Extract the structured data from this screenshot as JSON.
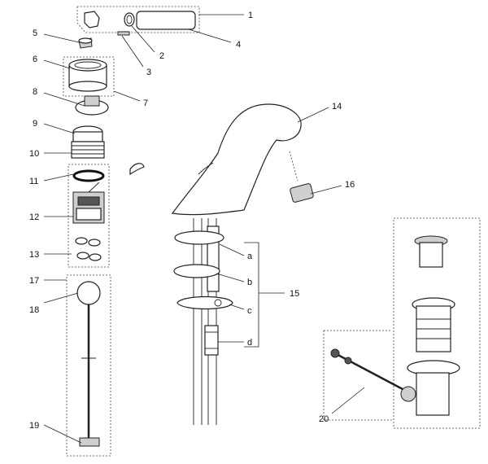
{
  "callouts": {
    "c1": "1",
    "c2": "2",
    "c3": "3",
    "c4": "4",
    "c5": "5",
    "c6": "6",
    "c7": "7",
    "c8": "8",
    "c9": "9",
    "c10": "10",
    "c11": "11",
    "c12": "12",
    "c13": "13",
    "c14": "14",
    "c15": "15",
    "c16": "16",
    "c17": "17",
    "c18": "18",
    "c19": "19",
    "c20": "20",
    "ca": "a",
    "cb": "b",
    "cc": "c",
    "cd": "d"
  }
}
